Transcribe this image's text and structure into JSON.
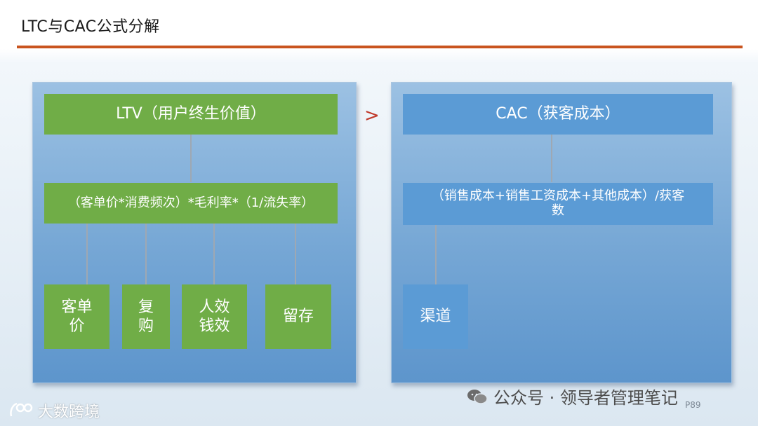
{
  "header": {
    "title": "LTC与CAC公式分解"
  },
  "ltv_panel": {
    "top": "LTV（用户终生价值）",
    "formula": "（客单价*消费频次）*毛利率*（1/流失率）",
    "leaves": [
      "客单\n价",
      "复\n购",
      "人效\n钱效",
      "留存"
    ]
  },
  "separator": ">",
  "cac_panel": {
    "top": "CAC（获客成本）",
    "formula": "（销售成本+销售工资成本+其他成本）/获客\n数",
    "leaves": [
      "渠道"
    ]
  },
  "watermark": {
    "wechat": "公众号 · 领导者管理笔记",
    "page": "P89",
    "brand": "大数跨境"
  },
  "colors": {
    "green": "#70ad47",
    "blue": "#5b9bd5",
    "accent_rule": "#c9541f",
    "arrow": "#c0392b"
  }
}
